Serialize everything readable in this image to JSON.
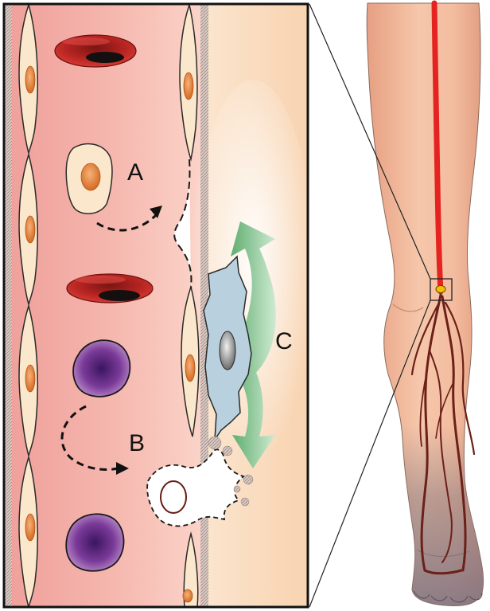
{
  "labels": {
    "a": "A",
    "b": "B",
    "c": "C"
  },
  "colors": {
    "vessel_lumen": "#f2a9a2",
    "tissue": "#f9dcc0",
    "endothelial_cell": "#fbe8cc",
    "nucleus": "#e58a3c",
    "red_blood_cell": "#c92a27",
    "monocyte": "#9a5bb0",
    "fibroblast": "#b7d0de",
    "green_arrow": "#7cc08a",
    "artery": "#e52320",
    "vein": "#6b2018",
    "skin": "#f2b89a"
  }
}
